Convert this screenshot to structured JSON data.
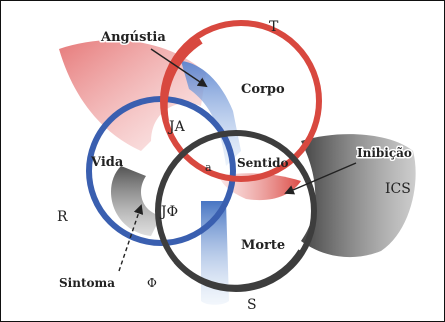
{
  "labels": {
    "angustia": "Angústia",
    "t": "T",
    "corpo": "Corpo",
    "ja": "JA",
    "a": "a",
    "sentido": "Sentido",
    "inibicao": "Inibição",
    "vida": "Vida",
    "ics": "ICS",
    "r": "R",
    "jphi": "JΦ",
    "morte": "Morte",
    "sintoma": "Sintoma",
    "phi": "Φ",
    "s": "S"
  },
  "colors": {
    "real": "#3a5fb0",
    "symbolic": "#d8483f",
    "imaginary": "#3d3d3d",
    "angustia_fill": "#e06b6b",
    "sintoma_fill": "#4a74c0",
    "inibicao_fill": "#555555"
  }
}
